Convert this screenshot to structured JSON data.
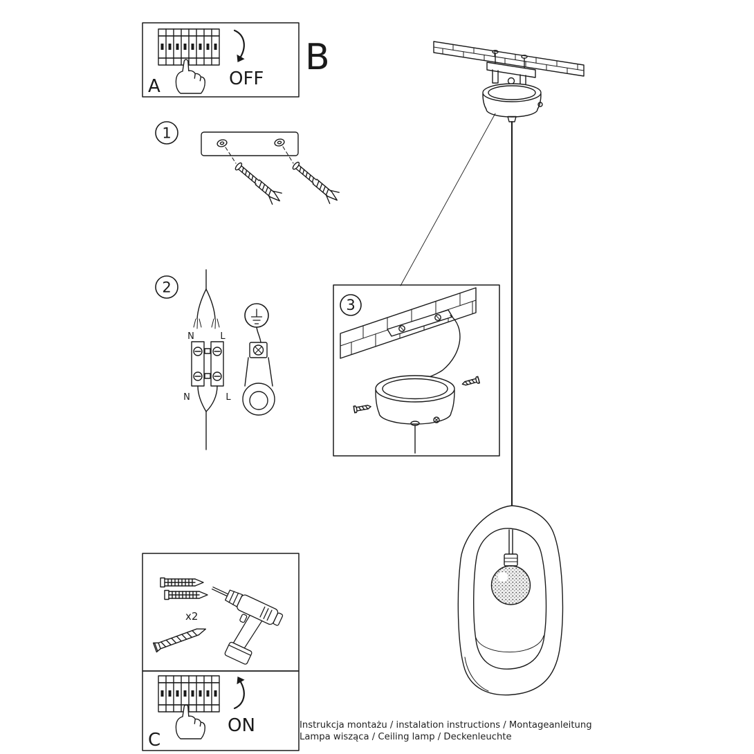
{
  "panel_a": {
    "label": "A",
    "action": "OFF"
  },
  "panel_c": {
    "label": "C",
    "action": "ON"
  },
  "section_b": {
    "label": "B"
  },
  "steps": {
    "step1": {
      "number": "1"
    },
    "step2": {
      "number": "2",
      "n_top": "N",
      "l_top": "L",
      "n_bottom": "N",
      "l_bottom": "L"
    },
    "step3": {
      "number": "3"
    }
  },
  "tools": {
    "anchor_quantity": "x2"
  },
  "footer": {
    "line1": "Instrukcja montażu / instalation instructions / Montageanleitung",
    "line2": "Lampa wisząca / Ceiling lamp  / Deckenleuchte"
  },
  "colors": {
    "ink": "#1a1a1a",
    "paper": "#ffffff"
  }
}
